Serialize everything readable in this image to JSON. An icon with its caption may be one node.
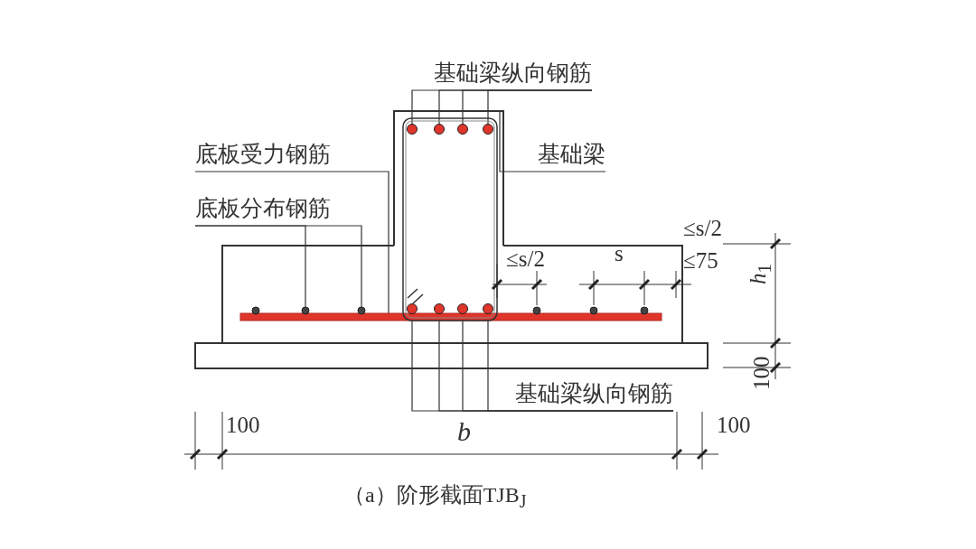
{
  "diagram": {
    "caption": "（a）阶形截面TJB$_{J}$",
    "nodes": [
      {
        "text": [
          "基础梁纵向钢筋"
        ]
      },
      {
        "text": [
          "底板受力钢筋"
        ]
      },
      {
        "text": [
          "底板分布钢筋"
        ]
      },
      {
        "text": [
          "基础梁"
        ]
      },
      {
        "text": [
          "基础梁纵向钢筋"
        ]
      },
      {
        "text": [],
        "shape": "circle",
        "in": 20
      },
      {
        "text": [],
        "shape": "circle",
        "in": 20
      },
      {
        "text": [],
        "shape": "circle",
        "in": 20
      },
      {
        "text": [],
        "shape": "circle",
        "in": 20
      },
      {
        "text": [],
        "shape": "circle",
        "in": 20
      },
      {
        "text": [],
        "shape": "circle",
        "in": 20
      },
      {
        "text": [],
        "shape": "circle",
        "in": 20
      },
      {
        "text": [],
        "shape": "circle",
        "in": 20
      },
      {
        "text": [],
        "shape": "bar"
      },
      {
        "text": [],
        "shape": "circle"
      },
      {
        "text": [],
        "shape": "circle"
      },
      {
        "text": [],
        "shape": "circle"
      },
      {
        "text": [],
        "shape": "circle"
      },
      {
        "text": [],
        "shape": "circle"
      },
      {
        "text": [],
        "shape": "circle"
      },
      {
        "text": [],
        "shape": "box"
      }
    ],
    "edges": [
      {
        "from": 0,
        "to": 5,
        "arrow": "none"
      },
      {
        "from": 0,
        "to": 6,
        "arrow": "none"
      },
      {
        "from": 0,
        "to": 7,
        "arrow": "none"
      },
      {
        "from": 0,
        "to": 8,
        "arrow": "none"
      },
      {
        "from": 1,
        "to": 13,
        "arrow": "none"
      },
      {
        "from": 2,
        "to": 15,
        "arrow": "none"
      },
      {
        "from": 2,
        "to": 16,
        "arrow": "none"
      },
      {
        "from": 3,
        "to": 20,
        "arrow": "none"
      },
      {
        "from": 4,
        "to": 9,
        "arrow": "none"
      },
      {
        "from": 4,
        "to": 10,
        "arrow": "none"
      },
      {
        "from": 4,
        "to": 11,
        "arrow": "none"
      },
      {
        "from": 4,
        "to": 12,
        "arrow": "none"
      }
    ],
    "labels": [
      "≤s/2",
      "≤s/2",
      "s",
      "≤75",
      "*h*$_{1}$",
      "100",
      "100",
      "b",
      "100"
    ]
  }
}
